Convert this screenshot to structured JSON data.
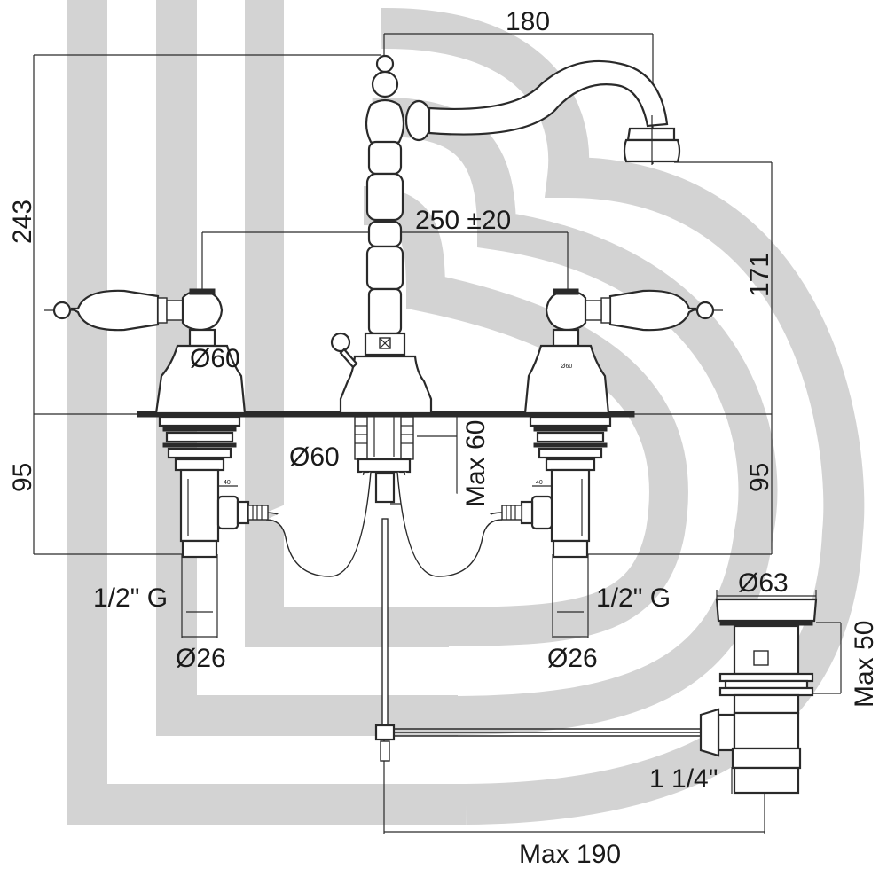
{
  "diagram": {
    "dimensions": {
      "spout_reach": "180",
      "overall_height": "243",
      "handle_spacing": "250 ±20",
      "spout_height": "171",
      "left_base_diameter": "Ø60",
      "right_base_diameter_small": "Ø60",
      "center_base_diameter": "Ø60",
      "left_under_counter": "95",
      "right_under_counter": "95",
      "center_max_depth": "Max 60",
      "left_thread": "1/2\" G",
      "right_thread": "1/2\" G",
      "left_pipe_diameter": "Ø26",
      "right_pipe_diameter": "Ø26",
      "left_small_40": "40",
      "right_small_40": "40",
      "waste_diameter": "Ø63",
      "waste_max_height": "Max 50",
      "waste_thread": "1 1/4\"",
      "waste_max_reach": "Max 190"
    },
    "colors": {
      "line": "#2a2a2a",
      "watermark": "#d3d3d3",
      "background": "#ffffff"
    }
  }
}
